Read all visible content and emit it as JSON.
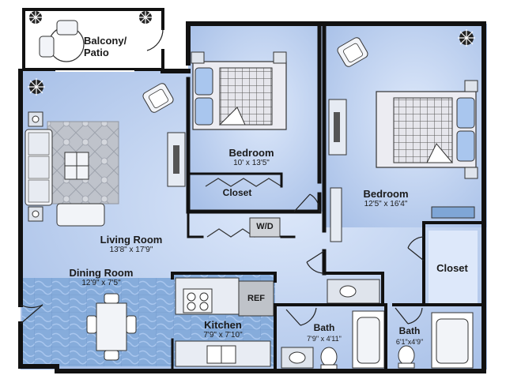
{
  "plan": {
    "colors": {
      "floor": "#c7d8f2",
      "floor_light": "#dde8fa",
      "wall": "#111111",
      "tile": "#7fa6d6",
      "rug": "#b8bcc4",
      "bed_quilt": "#e8e8ee",
      "pillow": "#a9c6ee",
      "fixture": "#f2f4f8"
    },
    "rooms": {
      "balcony": {
        "name": "Balcony/\nPatio",
        "dims": ""
      },
      "bedroom1": {
        "name": "Bedroom",
        "dims": "10' x 13'5\""
      },
      "closet1": {
        "name": "Closet",
        "dims": ""
      },
      "bedroom2": {
        "name": "Bedroom",
        "dims": "12'5\" x 16'4\""
      },
      "living": {
        "name": "Living Room",
        "dims": "13'8\" x 17'9\""
      },
      "dining": {
        "name": "Dining Room",
        "dims": "12'9\" x 7'5\""
      },
      "kitchen": {
        "name": "Kitchen",
        "dims": "7'9\" x 7'10\""
      },
      "closet2": {
        "name": "Closet",
        "dims": ""
      },
      "bath1": {
        "name": "Bath",
        "dims": "7'9\" x 4'11\""
      },
      "bath2": {
        "name": "Bath",
        "dims": "6'1\"x4'9\""
      }
    },
    "fixtures": {
      "washer_dryer": "W/D",
      "refrigerator": "REF"
    }
  }
}
